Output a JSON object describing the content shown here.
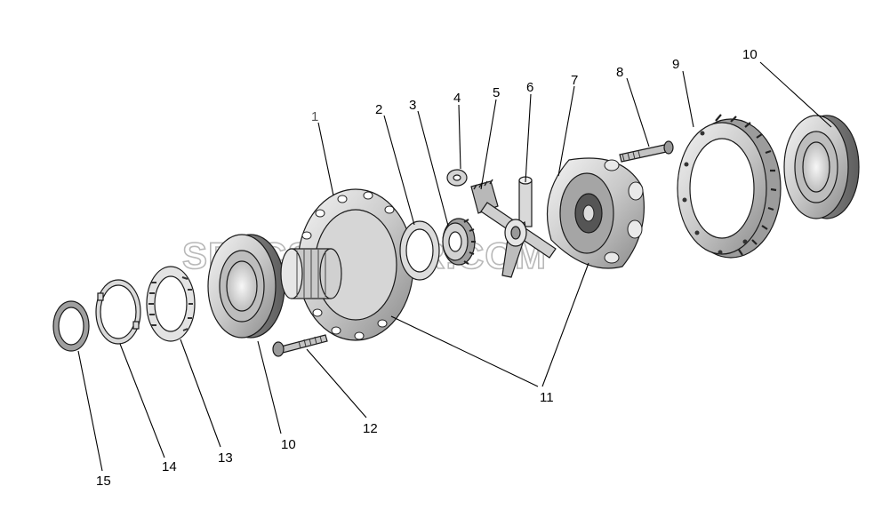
{
  "watermark": "SPECSERVER.COM",
  "callouts": {
    "c1": "1",
    "c2": "2",
    "c3": "3",
    "c4": "4",
    "c5": "5",
    "c6": "6",
    "c7": "7",
    "c8": "8",
    "c9": "9",
    "c10a": "10",
    "c10b": "10",
    "c11": "11",
    "c12": "12",
    "c13": "13",
    "c14": "14",
    "c15": "15"
  }
}
